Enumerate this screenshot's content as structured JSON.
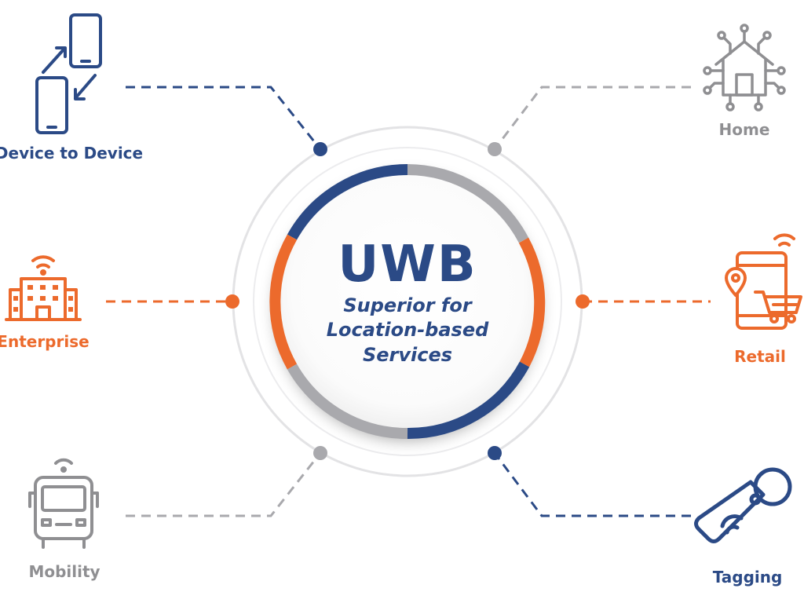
{
  "center": {
    "title": "UWB",
    "subtitle_line1": "Superior for",
    "subtitle_line2": "Location-based",
    "subtitle_line3": "Services"
  },
  "nodes": [
    {
      "id": "device-to-device",
      "label": "Device to Device",
      "icon": "phones-transfer-icon",
      "color": "#2b4a86"
    },
    {
      "id": "home",
      "label": "Home",
      "icon": "smart-home-icon",
      "color": "#8f8f92"
    },
    {
      "id": "enterprise",
      "label": "Enterprise",
      "icon": "building-wifi-icon",
      "color": "#ec6a2c"
    },
    {
      "id": "retail",
      "label": "Retail",
      "icon": "phone-cart-icon",
      "color": "#ec6a2c"
    },
    {
      "id": "mobility",
      "label": "Mobility",
      "icon": "bus-icon",
      "color": "#8f8f92"
    },
    {
      "id": "tagging",
      "label": "Tagging",
      "icon": "tag-wifi-icon",
      "color": "#2b4a86"
    }
  ],
  "colors": {
    "navy": "#2b4a86",
    "orange": "#ec6a2c",
    "gray": "#a9a9ad",
    "light_gray": "#dcdcde"
  }
}
